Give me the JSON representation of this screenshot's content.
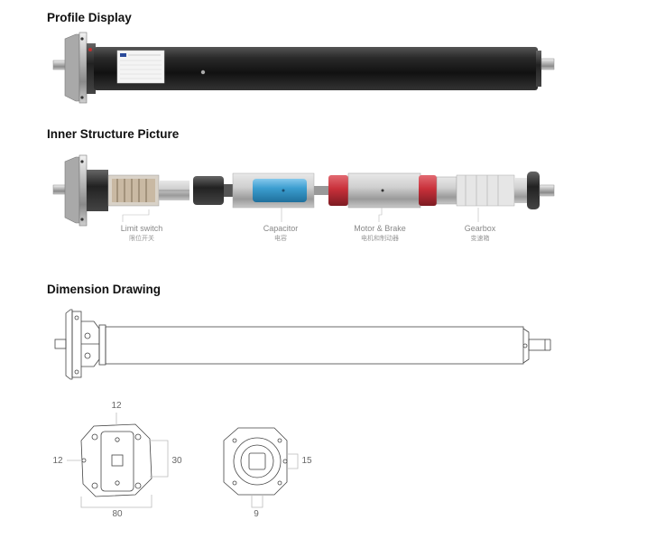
{
  "sections": {
    "profile": "Profile Display",
    "inner": "Inner Structure Picture",
    "dimension": "Dimension Drawing"
  },
  "components": [
    {
      "en": "Limit switch",
      "zh": "限位开关"
    },
    {
      "en": "Capacitor",
      "zh": "电容"
    },
    {
      "en": "Motor & Brake",
      "zh": "电机和制动器"
    },
    {
      "en": "Gearbox",
      "zh": "变速箱"
    }
  ],
  "dimensions": {
    "left_top": "12",
    "left_side": "12",
    "left_height": "30",
    "left_width": "80",
    "right_side": "15",
    "right_bottom": "9"
  },
  "colors": {
    "tube": "#1b1b1b",
    "capacitor": "#3c9ed0",
    "motor_end": "#c8303a",
    "line": "#444444"
  }
}
